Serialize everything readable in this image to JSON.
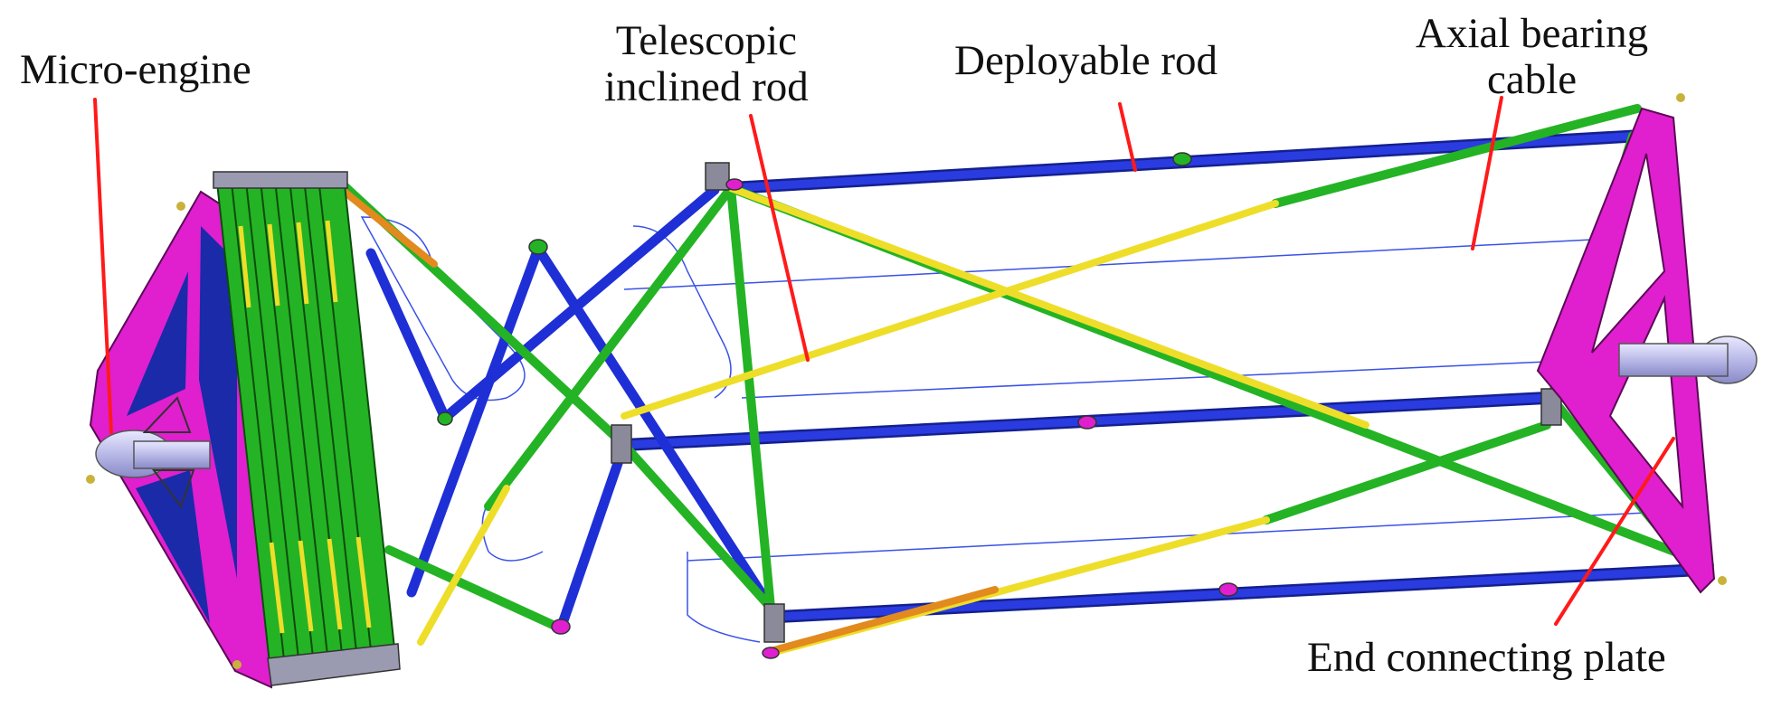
{
  "colors": {
    "rod_blue": "#1f2fd6",
    "rod_green": "#24b324",
    "rod_yellow": "#eede2a",
    "rod_orange": "#e28a1e",
    "plate_magenta": "#e01fcf",
    "leader_red": "#ff1a1a",
    "cable_blue": "#3a52e6"
  },
  "labels": {
    "micro_engine": "Micro-engine",
    "telescopic_line1": "Telescopic",
    "telescopic_line2": "inclined rod",
    "deployable_rod": "Deployable rod",
    "axial_line1": "Axial bearing",
    "axial_line2": "cable",
    "end_plate": "End connecting plate"
  }
}
